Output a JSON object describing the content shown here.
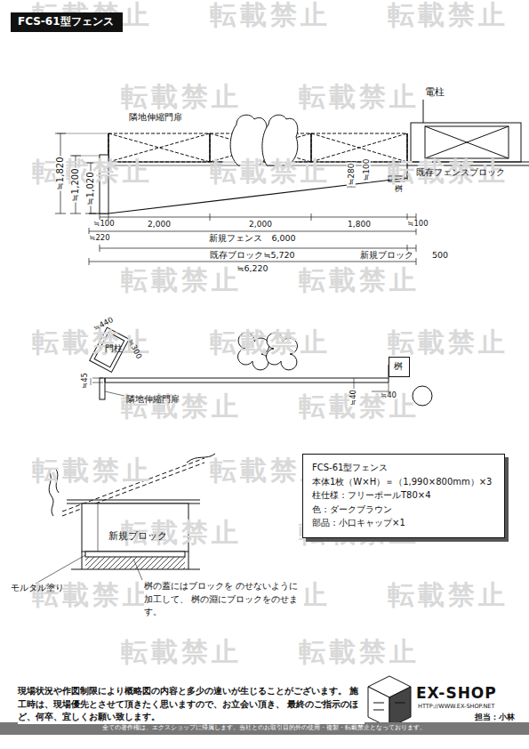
{
  "diagram": {
    "title": "FCS-61型フェンス",
    "nodes": [
      {
        "text": [
          "FCS-61型フェンス"
        ]
      },
      {
        "text": [
          "桝"
        ]
      },
      {
        "text": [
          "FCS-61型フェンス",
          "本体1枚（W×H）＝（1,990×800mm）×3",
          "柱仕様：フリーポールT80×4",
          "色：ダークブラウン",
          "部品：小口キャップ×1"
        ]
      }
    ],
    "labels": [
      "隣地伸縮門扉",
      "電柱",
      "≒1,820",
      "≒1,200",
      "≒1,020",
      "≒280",
      "≒100",
      "既存フェンスブロック",
      "桝",
      "≒100",
      "2,000",
      "2,000",
      "1,800",
      "≒100",
      "≒220",
      "新規フェンス　6,000",
      "既存ブロック≒5,720",
      "新規ブロック",
      "500",
      "≒6,220",
      "≒440",
      "≒300",
      "門柱",
      "≒45",
      "隣地伸縮門扉",
      "≒40",
      "≒40",
      "新規ブロック",
      "モルタル塗り",
      "桝の蓋にはブロックを のせないように加工して、 桝の淵にブロックをのせます。",
      "現場状況や作図制限により概略図の内容と多少の違いが生じることがございます。 施工時は、現場優先とさせて頂きたく思いますので、お立会い頂き、 最終のご指示のほど、何卒、宜しくお願い致します。",
      "EX-SHOP",
      "HTTP://WWW.EX-SHOP.NET",
      "担当：小林",
      "全ての著作権は、エクスショップに帰属します。当社とのお取引目的外の使用・複製・転載禁止となっております。",
      "転載禁止",
      "転載禁止",
      "転載禁止",
      "転載禁止",
      "転載禁止",
      "転載禁止",
      "転載禁止",
      "転載禁止",
      "転載禁止",
      "転載禁止",
      "転載禁止",
      "転載禁止",
      "転載禁止",
      "転載禁止",
      "転載禁止",
      "転載禁止",
      "転載禁止",
      "転載禁止",
      "転載禁止",
      "転載禁止",
      "転載禁止",
      "転載禁止",
      "転載禁止",
      "転載禁止",
      "転載禁止"
    ]
  }
}
